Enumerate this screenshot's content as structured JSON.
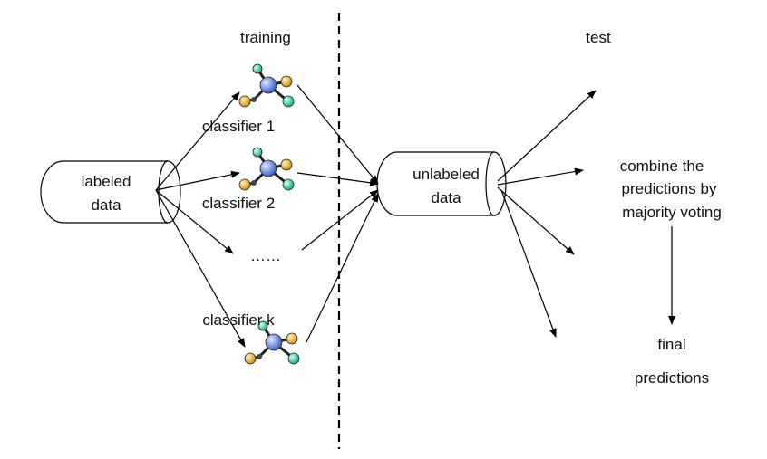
{
  "sections": {
    "left": "training",
    "right": "test"
  },
  "labeled": {
    "line1": "labeled",
    "line2": "data"
  },
  "unlabeled": {
    "line1": "unlabeled",
    "line2": "data"
  },
  "classifiers": [
    {
      "label": "classifier 1"
    },
    {
      "label": "classifier 2"
    },
    {
      "label": "……"
    },
    {
      "label": "classifier k"
    }
  ],
  "combine": {
    "line1": "combine the",
    "line2": "predictions by",
    "line3": "majority voting"
  },
  "final": {
    "line1": "final",
    "line2": "predictions"
  },
  "colors": {
    "stroke": "#000000",
    "atom_blue": "#4a6fd8",
    "atom_gold": "#e0a020",
    "atom_teal": "#1fc49c",
    "bond": "#222222"
  }
}
